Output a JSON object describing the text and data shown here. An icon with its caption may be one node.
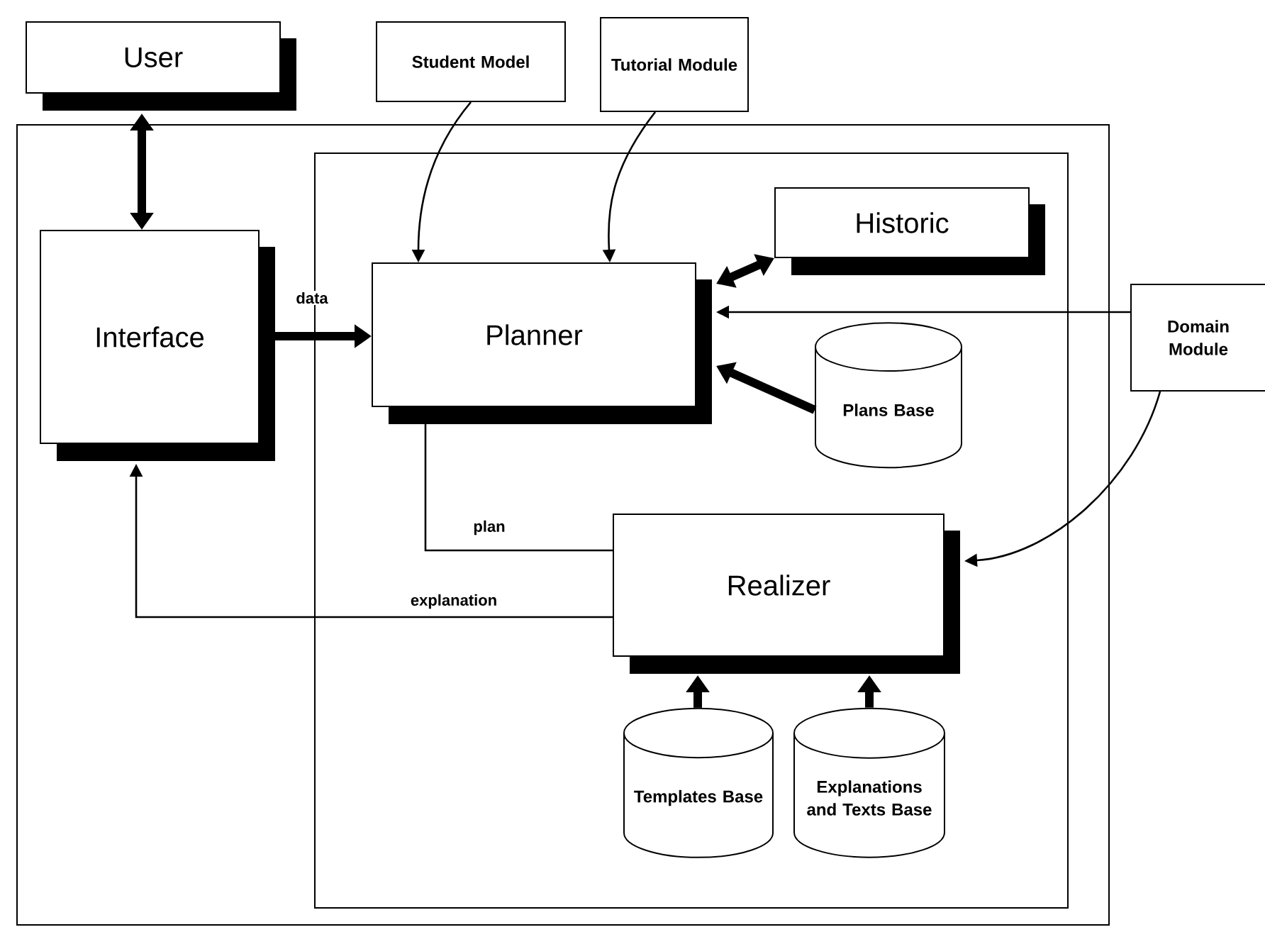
{
  "diagram": {
    "nodes": [
      {
        "text": [
          "User"
        ]
      },
      {
        "text": [
          "Student Model"
        ]
      },
      {
        "text": [
          "Tutorial Module"
        ]
      },
      {
        "text": [
          "Interface"
        ]
      },
      {
        "text": [
          "Planner"
        ]
      },
      {
        "text": [
          "Historic"
        ]
      },
      {
        "text": [
          "Plans Base"
        ]
      },
      {
        "text": [
          "Domain Module"
        ]
      },
      {
        "text": [
          "Realizer"
        ]
      },
      {
        "text": [
          "Templates Base"
        ]
      },
      {
        "text": [
          "Explanations and Texts Base"
        ]
      }
    ],
    "edges": [
      {
        "from": 0,
        "to": 3,
        "arrow": "both",
        "style": "thick"
      },
      {
        "from": 1,
        "to": 4,
        "arrow": "to"
      },
      {
        "from": 2,
        "to": 4,
        "arrow": "to"
      },
      {
        "from": 3,
        "to": 4,
        "arrow": "to",
        "label": "data",
        "style": "thick"
      },
      {
        "from": 5,
        "to": 4,
        "arrow": "both",
        "style": "thick"
      },
      {
        "from": 7,
        "to": 4,
        "arrow": "to"
      },
      {
        "from": 6,
        "to": 4,
        "arrow": "to",
        "style": "thick"
      },
      {
        "from": 4,
        "to": 8,
        "arrow": "none",
        "label": "plan"
      },
      {
        "from": 8,
        "to": 3,
        "arrow": "to",
        "label": "explanation"
      },
      {
        "from": 7,
        "to": 8,
        "arrow": "to"
      },
      {
        "from": 9,
        "to": 8,
        "arrow": "to",
        "style": "thick"
      },
      {
        "from": 10,
        "to": 8,
        "arrow": "to",
        "style": "thick"
      }
    ]
  }
}
